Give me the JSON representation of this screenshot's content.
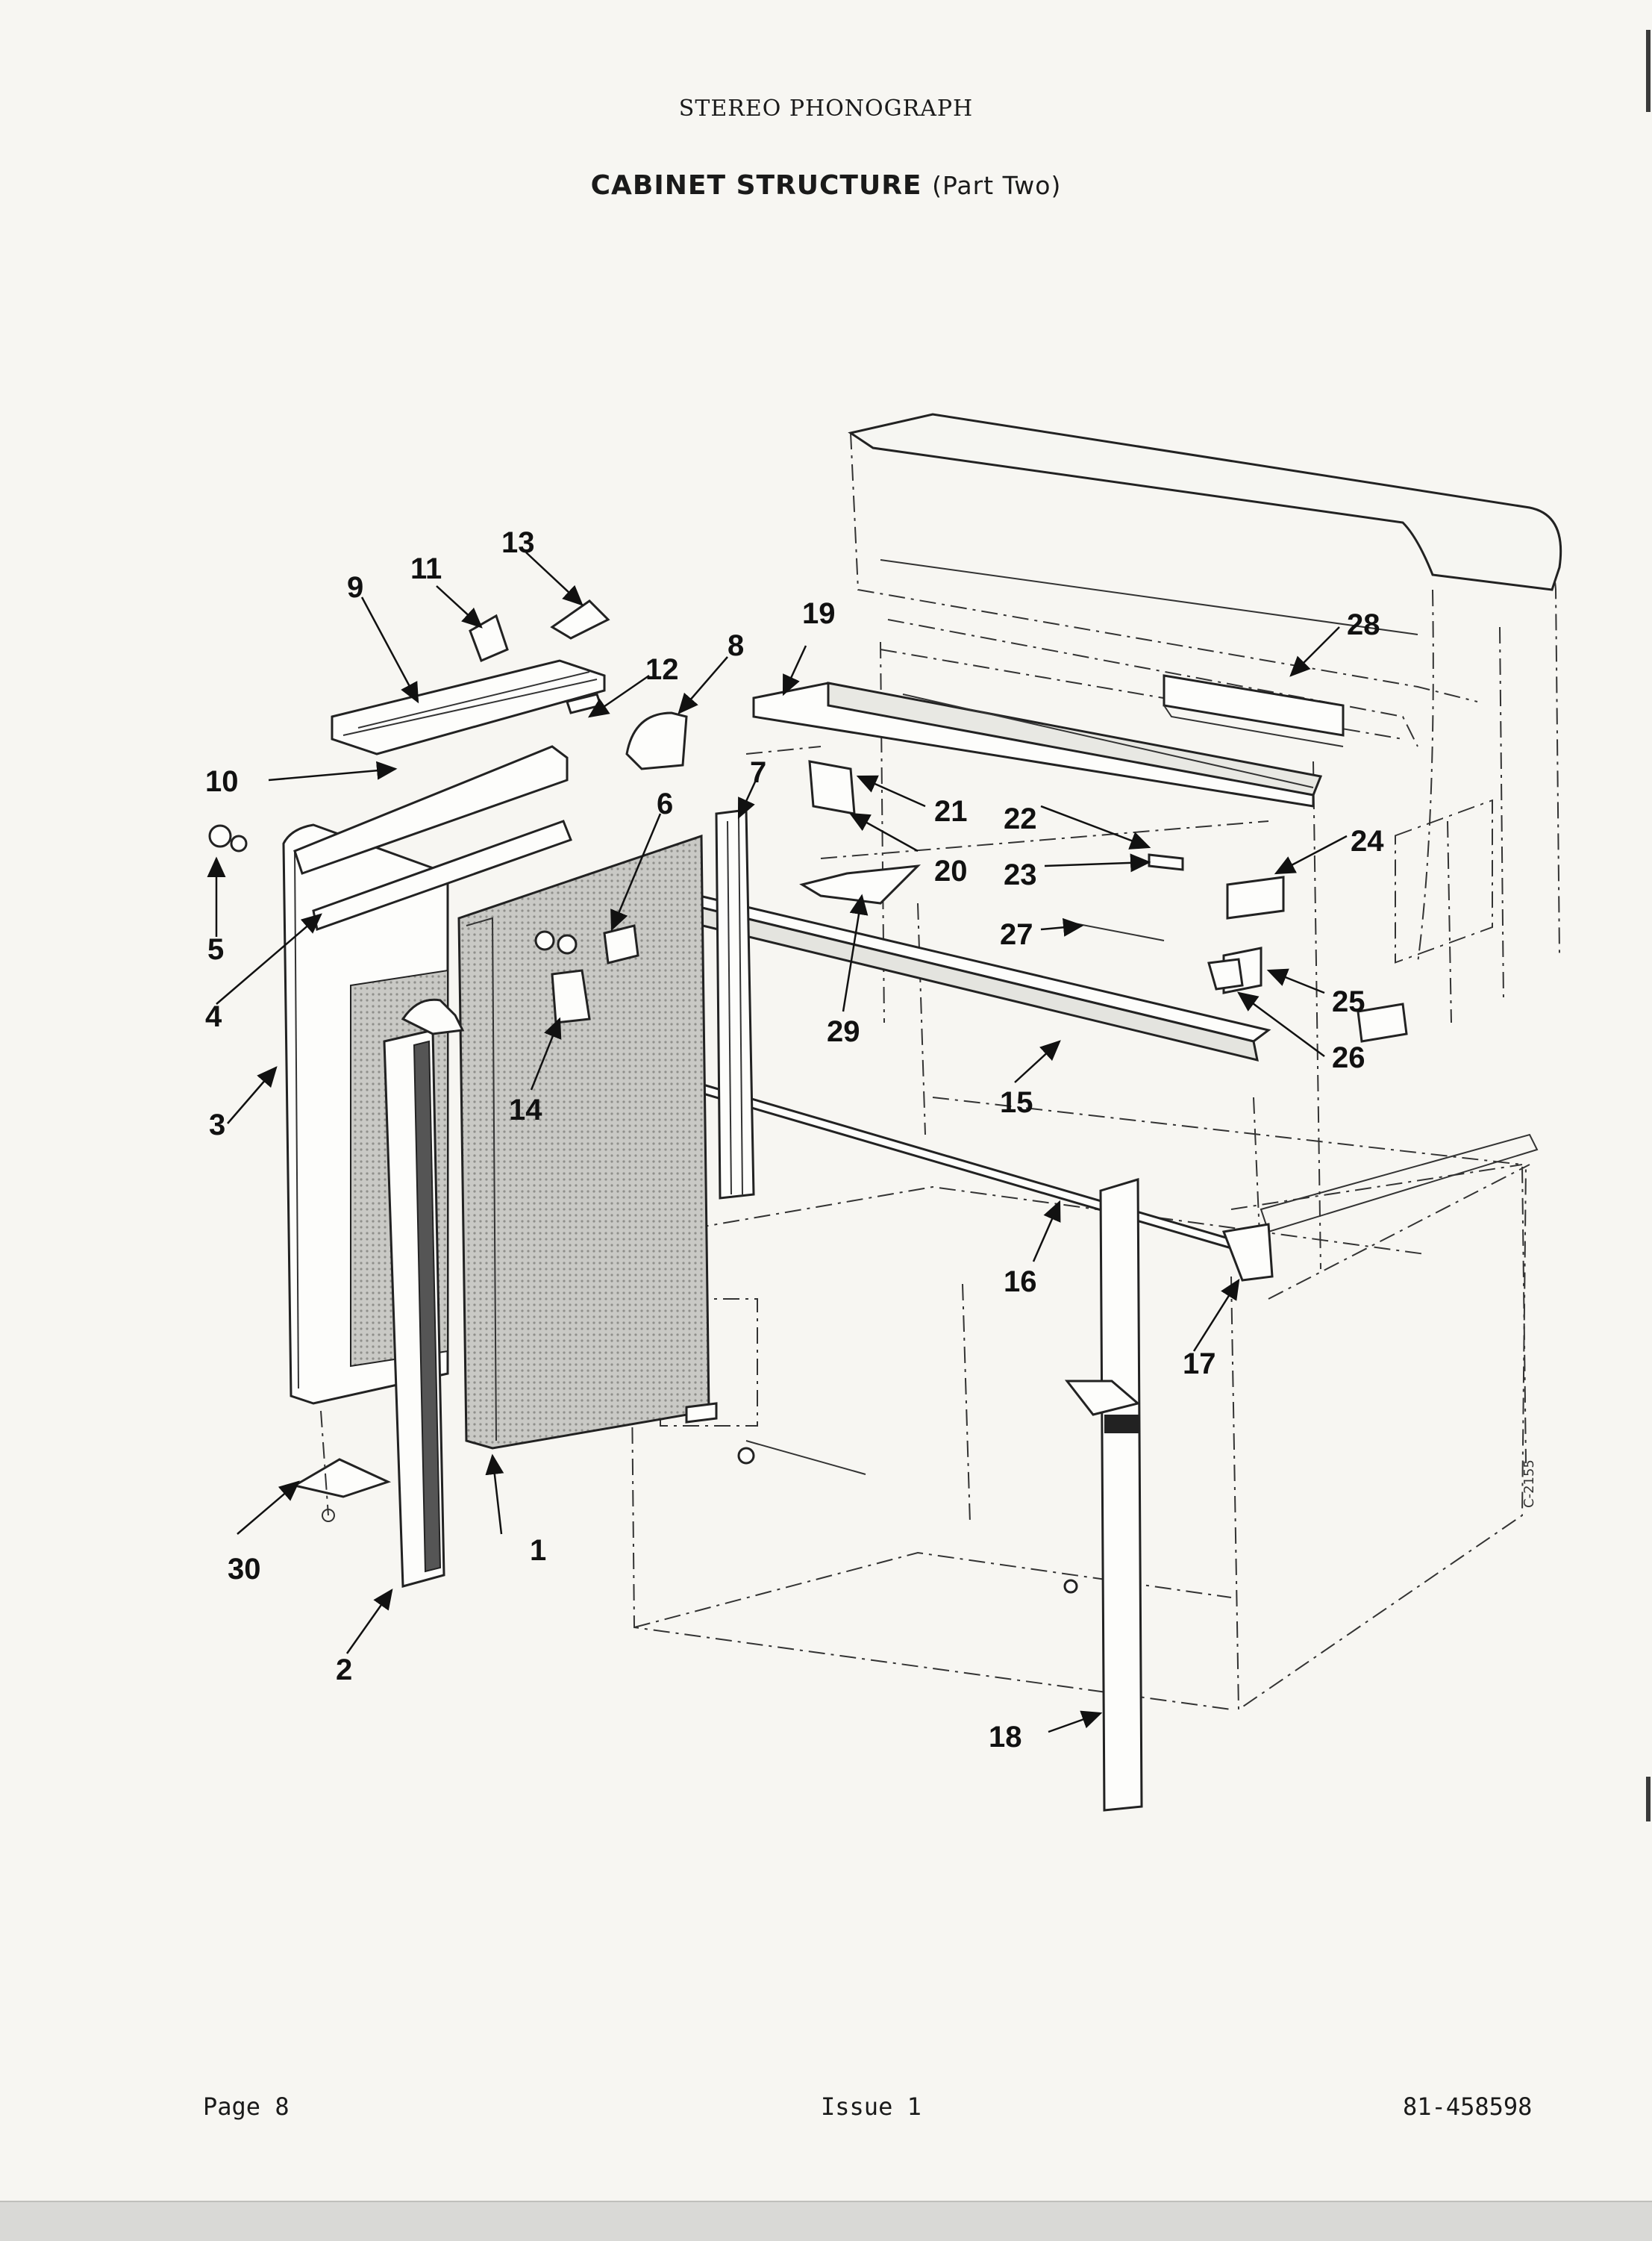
{
  "header": {
    "product": "STEREO PHONOGRAPH",
    "title": "CABINET STRUCTURE",
    "subtitle": "(Part Two)"
  },
  "footer": {
    "page": "Page 8",
    "issue": "Issue 1",
    "doc_number": "81-458598"
  },
  "figure_code": "C-2155",
  "callouts": [
    "1",
    "2",
    "3",
    "4",
    "5",
    "6",
    "7",
    "8",
    "9",
    "10",
    "11",
    "12",
    "13",
    "14",
    "15",
    "16",
    "17",
    "18",
    "19",
    "20",
    "21",
    "22",
    "23",
    "24",
    "25",
    "26",
    "27",
    "28",
    "29",
    "30"
  ]
}
